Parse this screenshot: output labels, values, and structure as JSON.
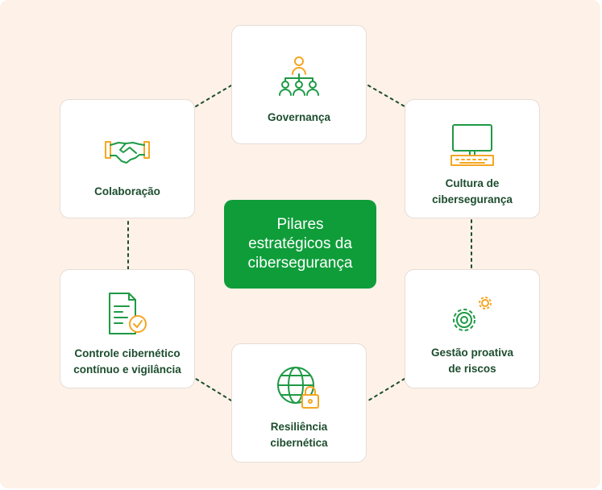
{
  "center_title": "Pilares\nestratégicos da\ncibersegurança",
  "colors": {
    "background": "#fdf1e8",
    "center_fill": "#0f9d3a",
    "icon_green": "#1e9a45",
    "icon_orange": "#f5a623",
    "label_text": "#1d4d2e",
    "connector": "#1d4d2e"
  },
  "pillars": [
    {
      "label": "Governança",
      "icon": "org-hierarchy-icon"
    },
    {
      "label": "Cultura de\ncibersegurança",
      "icon": "computer-keyboard-icon"
    },
    {
      "label": "Gestão proativa\nde riscos",
      "icon": "gears-icon"
    },
    {
      "label": "Resiliência\ncibernética",
      "icon": "globe-lock-icon"
    },
    {
      "label": "Controle cibernético\ncontínuo e vigilância",
      "icon": "document-check-icon"
    },
    {
      "label": "Colaboração",
      "icon": "handshake-icon"
    }
  ]
}
